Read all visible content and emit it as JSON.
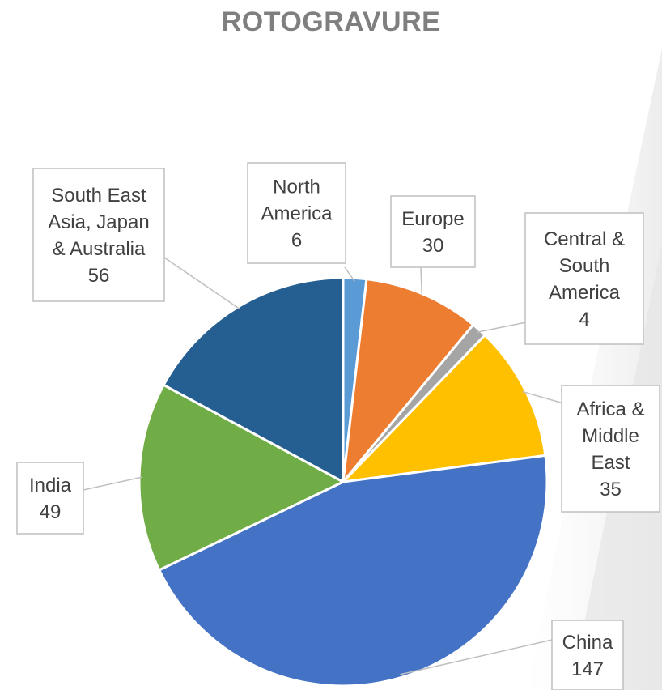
{
  "chart_data": {
    "type": "pie",
    "title": "ROTOGRAVURE",
    "slices": [
      {
        "label": [
          "North",
          "America"
        ],
        "name": "North America",
        "value": 6,
        "color": "#5B9BD5"
      },
      {
        "label": [
          "Europe"
        ],
        "name": "Europe",
        "value": 30,
        "color": "#ED7D31"
      },
      {
        "label": [
          "Central &",
          "South",
          "America"
        ],
        "name": "Central & South America",
        "value": 4,
        "color": "#A5A5A5"
      },
      {
        "label": [
          "Africa &",
          "Middle",
          "East"
        ],
        "name": "Africa & Middle East",
        "value": 35,
        "color": "#FFC000"
      },
      {
        "label": [
          "China"
        ],
        "name": "China",
        "value": 147,
        "color": "#4472C4"
      },
      {
        "label": [
          "India"
        ],
        "name": "India",
        "value": 49,
        "color": "#70AD47"
      },
      {
        "label": [
          "South East",
          "Asia, Japan",
          "& Australia"
        ],
        "name": "South East Asia, Japan & Australia",
        "value": 56,
        "color": "#255E91"
      }
    ],
    "legend": "none",
    "label_style": "callout"
  }
}
